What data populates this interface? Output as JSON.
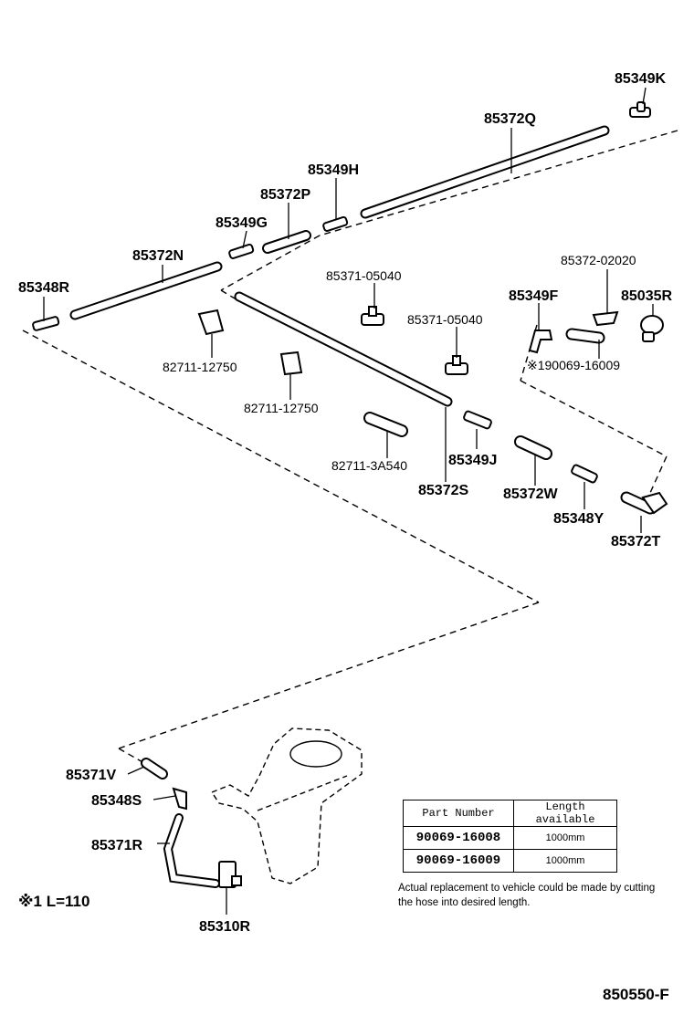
{
  "labels": {
    "p85349K": "85349K",
    "p85372Q": "85372Q",
    "p85349H": "85349H",
    "p85372P": "85372P",
    "p85349G": "85349G",
    "p85372N": "85372N",
    "p85348R": "85348R",
    "p85371_05040a": "85371-05040",
    "p85371_05040b": "85371-05040",
    "p85372_02020": "85372-02020",
    "p85349F": "85349F",
    "p85035R": "85035R",
    "p90069_16009": "※190069-16009",
    "p82711_12750a": "82711-12750",
    "p82711_12750b": "82711-12750",
    "p82711_3A540": "82711-3A540",
    "p85349J": "85349J",
    "p85372S": "85372S",
    "p85372W": "85372W",
    "p85348Y": "85348Y",
    "p85372T": "85372T",
    "p85371V": "85371V",
    "p85348S": "85348S",
    "p85371R": "85371R",
    "p85310R": "85310R"
  },
  "table": {
    "headers": [
      "Part Number",
      "Length available"
    ],
    "rows": [
      {
        "part": "90069-16008",
        "length": "1000mm"
      },
      {
        "part": "90069-16009",
        "length": "1000mm"
      }
    ]
  },
  "note": "Actual replacement to vehicle could be made by cutting the hose into desired length.",
  "footnote": "※1  L=110",
  "diagram_code": "850550-F"
}
